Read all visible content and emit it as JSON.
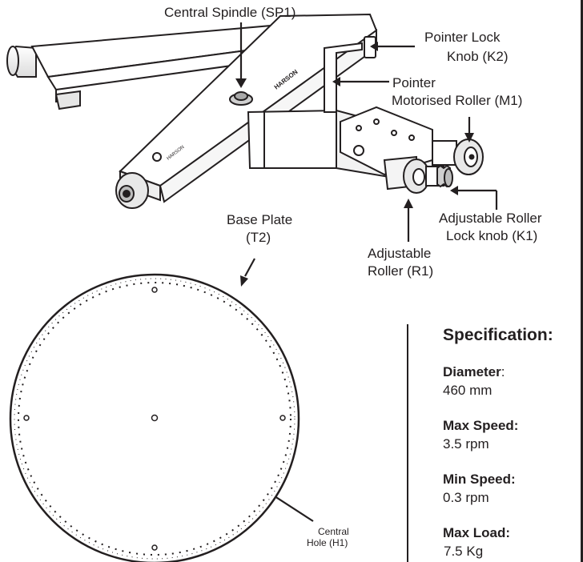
{
  "labels": {
    "central_spindle": "Central Spindle (SP1)",
    "pointer_lock_line1": "Pointer Lock",
    "pointer_lock_line2": "Knob (K2)",
    "pointer": "Pointer",
    "motorised_roller": "Motorised Roller (M1)",
    "base_plate_line1": "Base Plate",
    "base_plate_line2": "(T2)",
    "adj_roller_lock_line1": "Adjustable Roller",
    "adj_roller_lock_line2": "Lock knob (K1)",
    "adj_roller_line1": "Adjustable",
    "adj_roller_line2": "Roller (R1)",
    "central_hole_line1": "Central",
    "central_hole_line2": "Hole (H1)"
  },
  "spec": {
    "title": "Specification:",
    "diameter_label": "Diameter",
    "diameter_sep": ":",
    "diameter_value": "460 mm",
    "max_speed_label": "Max Speed:",
    "max_speed_value": "3.5 rpm",
    "min_speed_label": "Min Speed:",
    "min_speed_value": "0.3 rpm",
    "max_load_label": "Max Load:",
    "max_load_value": "7.5 Kg"
  },
  "colors": {
    "ink": "#231f20",
    "paper": "#ffffff",
    "light_metal": "#f2f2f2",
    "mid_metal": "#d9d9d9"
  }
}
